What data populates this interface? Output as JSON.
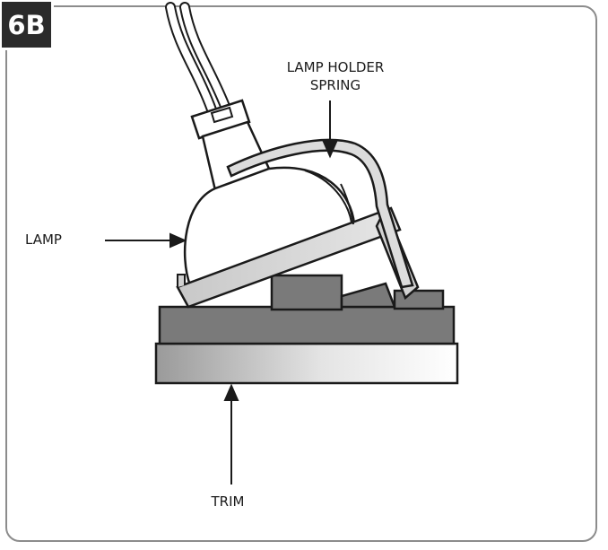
{
  "figure": {
    "badge": "6B",
    "labels": {
      "lamp": "LAMP",
      "lamp_holder_line1": "LAMP HOLDER",
      "lamp_holder_line2": "SPRING",
      "trim": "TRIM"
    }
  },
  "colors": {
    "frame": "#8c8c8c",
    "badge_bg": "#2b2b2b",
    "outline": "#1a1a1a",
    "trim_dark": "#7a7a7a",
    "trim_light": "#d9d9d9",
    "holder_fill": "#d2d2d2"
  }
}
